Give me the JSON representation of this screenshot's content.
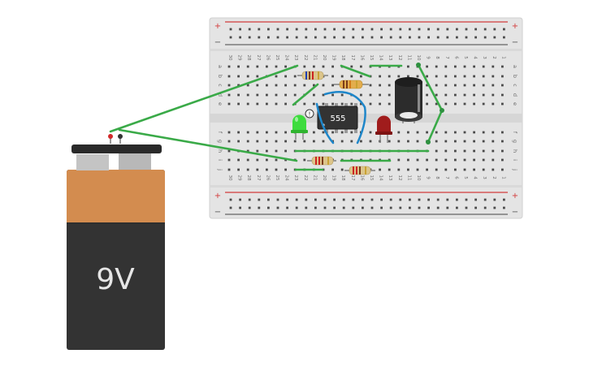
{
  "battery": {
    "label": "9V",
    "case_color": "#333333",
    "top_color": "#d38c4f"
  },
  "chip": {
    "label": "555",
    "pin_marker": "!"
  },
  "breadboard": {
    "columns": [
      "30",
      "29",
      "28",
      "27",
      "26",
      "25",
      "24",
      "23",
      "22",
      "21",
      "20",
      "19",
      "18",
      "17",
      "16",
      "15",
      "14",
      "13",
      "12",
      "11",
      "10",
      "9",
      "8",
      "7",
      "6",
      "5",
      "4",
      "3",
      "2",
      "1"
    ],
    "rows_top": [
      "a",
      "b",
      "c",
      "d",
      "e"
    ],
    "rows_bottom": [
      "f",
      "g",
      "h",
      "i",
      "j"
    ],
    "rail_plus": "+",
    "rail_minus": "−"
  },
  "colors": {
    "wire_green": "#3aaa48",
    "wire_blue": "#1e86c9",
    "led_green": "#3ddc3d",
    "led_red": "#a01c1c"
  }
}
